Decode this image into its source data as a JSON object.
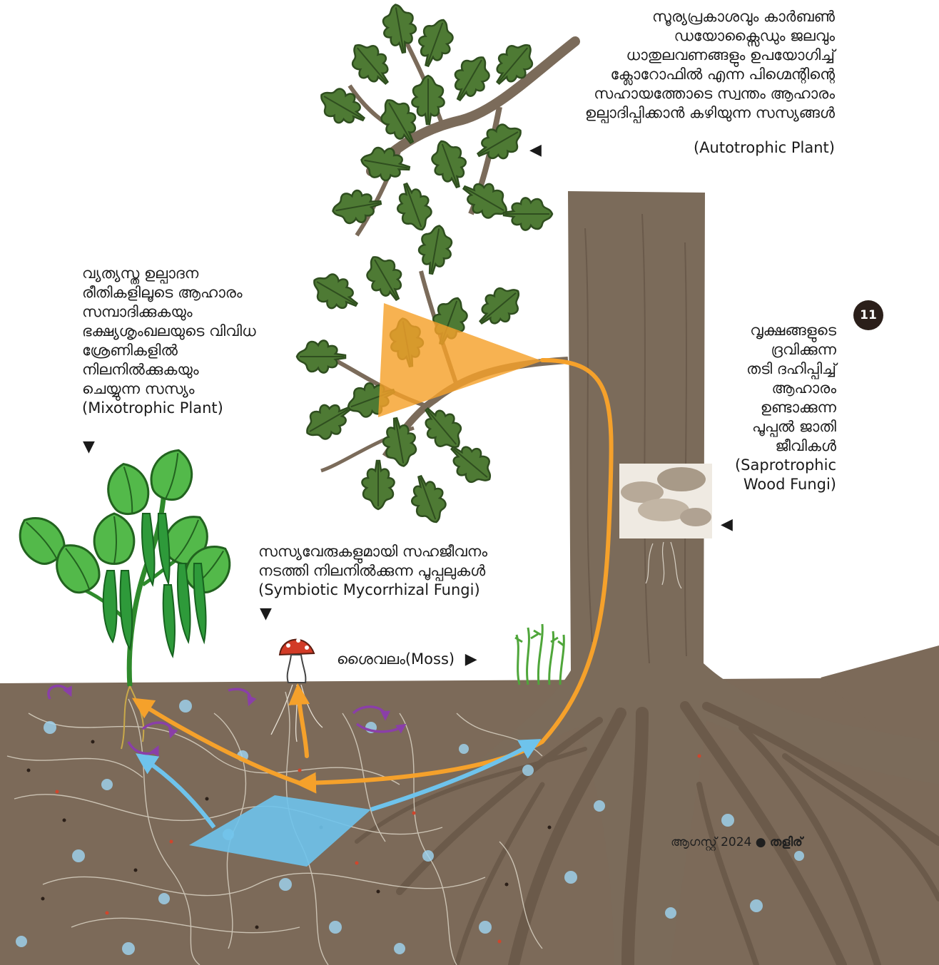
{
  "page_number": "11",
  "labels": {
    "autotrophic": {
      "lines": [
        "സൂര്യപ്രകാശവും കാർബൺ",
        "ഡയോക്സൈഡും ജലവും",
        "ധാതുലവണങ്ങളും ഉപയോഗിച്ച്",
        "ക്ലോറോഫിൽ എന്ന പിഗ്മെന്റിന്റെ",
        "സഹായത്തോടെ സ്വന്തം ആഹാരം",
        "ഉല്പാദിപ്പിക്കാൻ കഴിയുന്ന സസ്യങ്ങൾ",
        "(Autotrophic Plant)"
      ],
      "pointer": "◀"
    },
    "mixotrophic": {
      "lines": [
        "വ്യത്യസ്ത ഉല്പാദന",
        "രീതികളിലൂടെ ആഹാരം",
        "സമ്പാദിക്കുകയും",
        "ഭക്ഷ്യശൃംഖലയുടെ വിവിധ",
        "ശ്രേണികളിൽ",
        "നിലനിൽക്കുകയും",
        "ചെയ്യുന്ന സസ്യം",
        "(Mixotrophic Plant)"
      ],
      "pointer": "▼"
    },
    "saprotrophic": {
      "lines": [
        "വൃക്ഷങ്ങളുടെ",
        "ദ്രവിക്കുന്ന",
        "തടി ദഹിപ്പിച്ച്",
        "ആഹാരം",
        "ഉണ്ടാക്കുന്ന",
        "പൂപ്പൽ ജാതി",
        "ജീവികൾ",
        "(Saprotrophic",
        "Wood Fungi)"
      ],
      "pointer": "◀"
    },
    "mycorrhizal": {
      "lines": [
        "സസ്യവേരുകളുമായി സഹജീവനം",
        "നടത്തി നിലനിൽക്കുന്ന പൂപ്പലുകൾ",
        "(Symbiotic Mycorrhizal Fungi)"
      ],
      "pointer": "▼"
    },
    "moss": {
      "text": "ശൈവലം(Moss)",
      "pointer": "▶"
    }
  },
  "footer": {
    "month": "ആഗസ്റ്റ് 2024",
    "bullet": "●",
    "magazine": "തളിര്"
  },
  "colors": {
    "soil": "#7c6a59",
    "trunk": "#7b6b5a",
    "leaf": "#4e7a34",
    "leaf_dark": "#2f4e1f",
    "plant_green": "#3d9e3b",
    "orange_arrow": "#f5a12b",
    "blue_arrow": "#6ec3ec",
    "purple_arrow": "#8a3fa8"
  }
}
